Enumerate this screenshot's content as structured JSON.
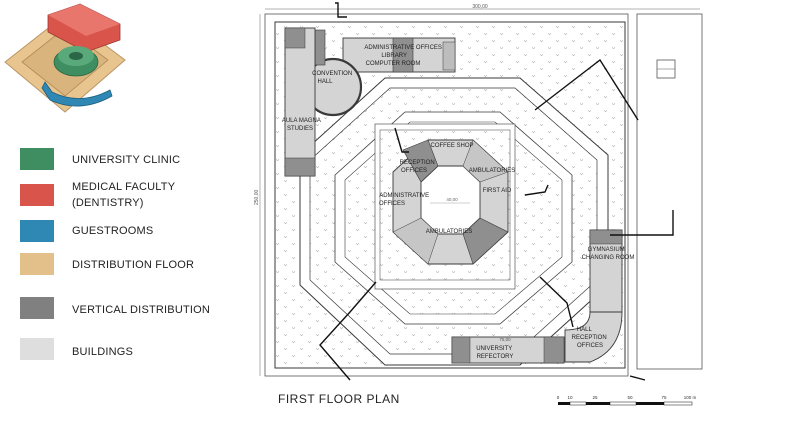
{
  "legend": {
    "items": [
      {
        "label": "UNIVERSITY CLINIC",
        "color": "#3e8e62"
      },
      {
        "label": "MEDICAL FACULTY\n(DENTISTRY)",
        "color": "#d9544a"
      },
      {
        "label": "GUESTROOMS",
        "color": "#2f88b3"
      },
      {
        "label": "DISTRIBUTION FLOOR",
        "color": "#e3c08a"
      },
      {
        "label": "VERTICAL DISTRIBUTION",
        "color": "#808080"
      },
      {
        "label": "BUILDINGS",
        "color": "#dedede"
      }
    ]
  },
  "plan": {
    "title": "FIRST FLOOR PLAN",
    "rooms": {
      "admin_top": "ADMINISTRATIVE OFFICES\nLIBRARY\nCOMPUTER ROOM",
      "convention": "CONVENTION\nHALL",
      "aula": "AULA MAGNA\nSTUDIES",
      "coffee": "COFFEE SHOP",
      "reception_inner": "RECEPTION\nOFFICES",
      "ambulatories_right": "AMBULATORIES",
      "admin_inner": "ADMINISTRATIVE\nOFFICES",
      "first_aid": "FIRST AID",
      "ambulatories_bottom": "AMBULATORIES",
      "gym": "GYMNASIUM\nCHANGING ROOM",
      "hall_reception": "HALL\nRECEPTION\nOFFICES",
      "refectory": "UNIVERSITY\nREFECTORY"
    },
    "dims": {
      "top_width": "300,00",
      "left_height": "250,00",
      "inner": "40,00",
      "refectory": "75,00"
    },
    "scale": {
      "ticks": [
        "0",
        "10",
        "25",
        "50",
        "75",
        "100 m"
      ]
    }
  },
  "colors": {
    "room": "#d4d4d4",
    "room_dark": "#8f8f8f",
    "line": "#3a3a3a"
  }
}
